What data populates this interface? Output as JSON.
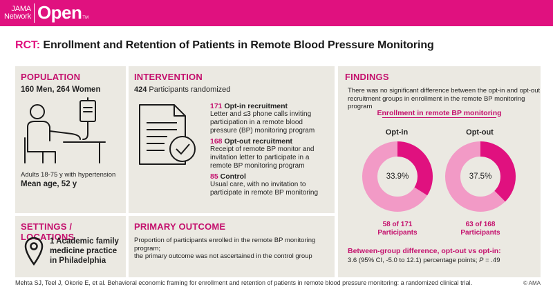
{
  "logo": {
    "jama": "JAMA",
    "network": "Network",
    "open": "Open",
    "tm": "TM"
  },
  "title": {
    "prefix": "RCT:",
    "text": " Enrollment and Retention of Patients in Remote Blood Pressure Monitoring"
  },
  "population": {
    "heading": "POPULATION",
    "summary": "160 Men, 264 Women",
    "criteria": "Adults 18-75 y with hypertension",
    "mean_age": "Mean age, 52 y"
  },
  "intervention": {
    "heading": "INTERVENTION",
    "randomized_count": "424",
    "randomized_label": " Participants randomized",
    "arms": [
      {
        "count": "171",
        "name": " Opt-in recruitment",
        "desc_lines": [
          "Letter and ≤3 phone calls inviting",
          "participation in a remote blood",
          "pressure (BP) monitoring program"
        ]
      },
      {
        "count": "168",
        "name": " Opt-out recruitment",
        "desc_lines": [
          "Receipt of remote BP monitor and",
          "invitation letter to participate in a",
          "remote BP monitoring program"
        ]
      },
      {
        "count": "85",
        "name": " Control",
        "desc_lines": [
          "Usual care, with no invitation to",
          "participate in remote BP monitoring"
        ]
      }
    ]
  },
  "findings": {
    "heading": "FINDINGS",
    "summary_lines": [
      "There was no significant difference between the opt-in and opt-out",
      "recruitment groups in enrollment in the remote BP monitoring program"
    ],
    "chart_title": "Enrollment in remote BP monitoring",
    "groups": [
      {
        "label": "Opt-in",
        "percent_label": "33.9%",
        "fraction": 0.339,
        "count_line": "58 of 171",
        "unit_line": "Participants"
      },
      {
        "label": "Opt-out",
        "percent_label": "37.5%",
        "fraction": 0.375,
        "count_line": "63 of 168",
        "unit_line": "Participants"
      }
    ],
    "diff_heading": "Between-group difference, opt-out vs opt-in:",
    "diff_text": "3.6 (95% CI, -5.0 to 12.1) percentage points; ",
    "p_label": "P",
    "p_value": " = .49",
    "colors": {
      "filled": "#e0117f",
      "empty": "#f29ac6"
    }
  },
  "settings": {
    "heading": "SETTINGS / LOCATIONS",
    "lines": [
      "1 Academic family",
      "medicine practice",
      "in Philadelphia"
    ]
  },
  "outcome": {
    "heading": "PRIMARY OUTCOME",
    "lines": [
      "Proportion of participants enrolled in the remote BP monitoring program;",
      "the primary outcome was not ascertained in the control group"
    ]
  },
  "footer": {
    "citation": "Mehta SJ, Teel J, Okorie E, et al. Behavioral economic framing for enrollment and retention of patients in remote blood pressure monitoring: a randomized clinical trial.",
    "copyright": "© AMA"
  }
}
